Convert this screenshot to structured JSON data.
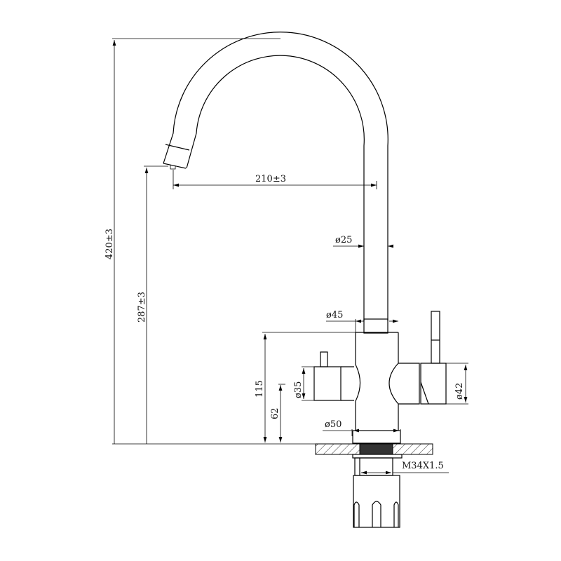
{
  "drawing": {
    "title": "Kitchen faucet dimension drawing",
    "dimensions": {
      "total_height": "420±3",
      "spout_height": "287±3",
      "spout_reach": "210±3",
      "spout_diameter": "ø25",
      "body_diameter": "ø45",
      "body_height": "115",
      "handle_axis_height": "62",
      "left_handle_diameter": "ø35",
      "right_handle_diameter": "ø42",
      "base_diameter": "ø50",
      "thread": "M34X1.5"
    },
    "colors": {
      "line": "#000000",
      "background": "#ffffff"
    }
  }
}
